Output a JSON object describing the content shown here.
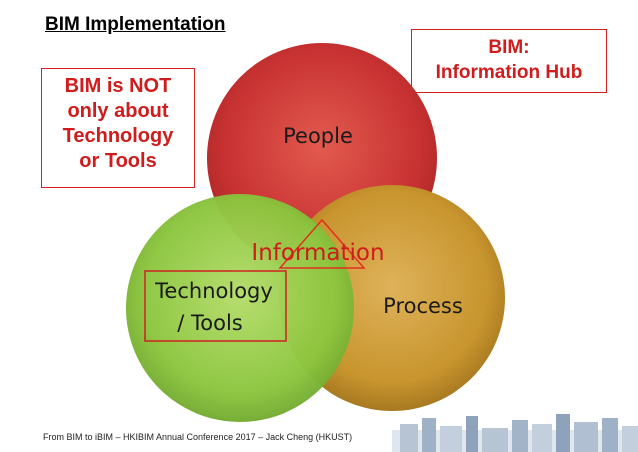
{
  "title": "BIM Implementation",
  "note_left": [
    "BIM is NOT",
    "only about",
    "Technology",
    "or Tools"
  ],
  "note_right": [
    "BIM:",
    "Information Hub"
  ],
  "venn": {
    "people": "People",
    "process": "Process",
    "technology": [
      "Technology",
      "/ Tools"
    ],
    "center": "Information"
  },
  "footer": "From BIM to iBIM – HKIBIM Annual Conference 2017 – Jack Cheng (HKUST)",
  "colors": {
    "people": "#c83232",
    "process": "#c8952e",
    "technology": "#8cc63e",
    "accent": "#d01c1c"
  }
}
